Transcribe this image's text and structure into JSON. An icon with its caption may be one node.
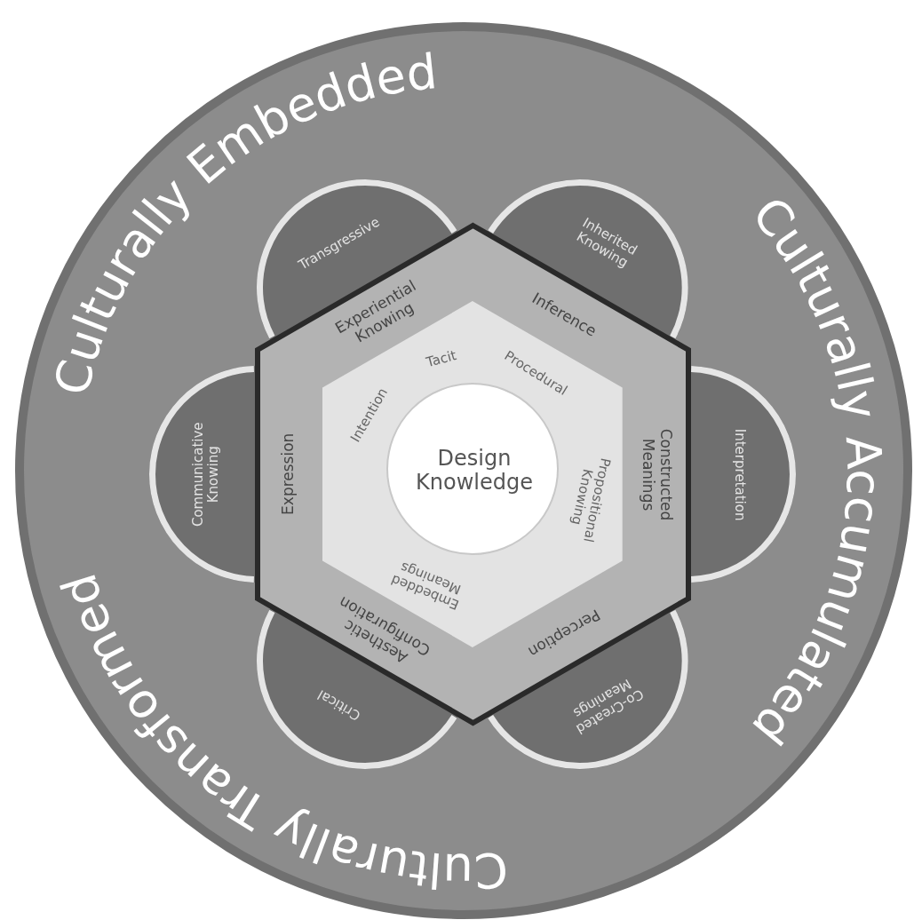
{
  "diagram": {
    "nodes": [
      {
        "text": [
          "Culturally Embedded",
          "Culturally Accumulated",
          "Culturally Transformed"
        ]
      },
      {
        "text": [
          "Transgressive"
        ],
        "in": 0
      },
      {
        "text": [
          "Inherited Knowing"
        ],
        "in": 0
      },
      {
        "text": [
          "Interpretation"
        ],
        "in": 0
      },
      {
        "text": [
          "Co-Created Meanings"
        ],
        "in": 0
      },
      {
        "text": [
          "Critical"
        ],
        "in": 0
      },
      {
        "text": [
          "Communicative Knowing"
        ],
        "in": 0
      },
      {
        "text": [
          "Experiential Knowing",
          "Inference",
          "Constructed Meanings",
          "Perception",
          "Aesthetic Configuration",
          "Expression"
        ],
        "in": 0
      },
      {
        "text": [
          "Tacit",
          "Procedural",
          "Propositional Knowing",
          "Embedded Meanings",
          "Intention"
        ],
        "in": 7
      },
      {
        "text": [
          "Design Knowledge"
        ],
        "in": 8
      }
    ]
  }
}
